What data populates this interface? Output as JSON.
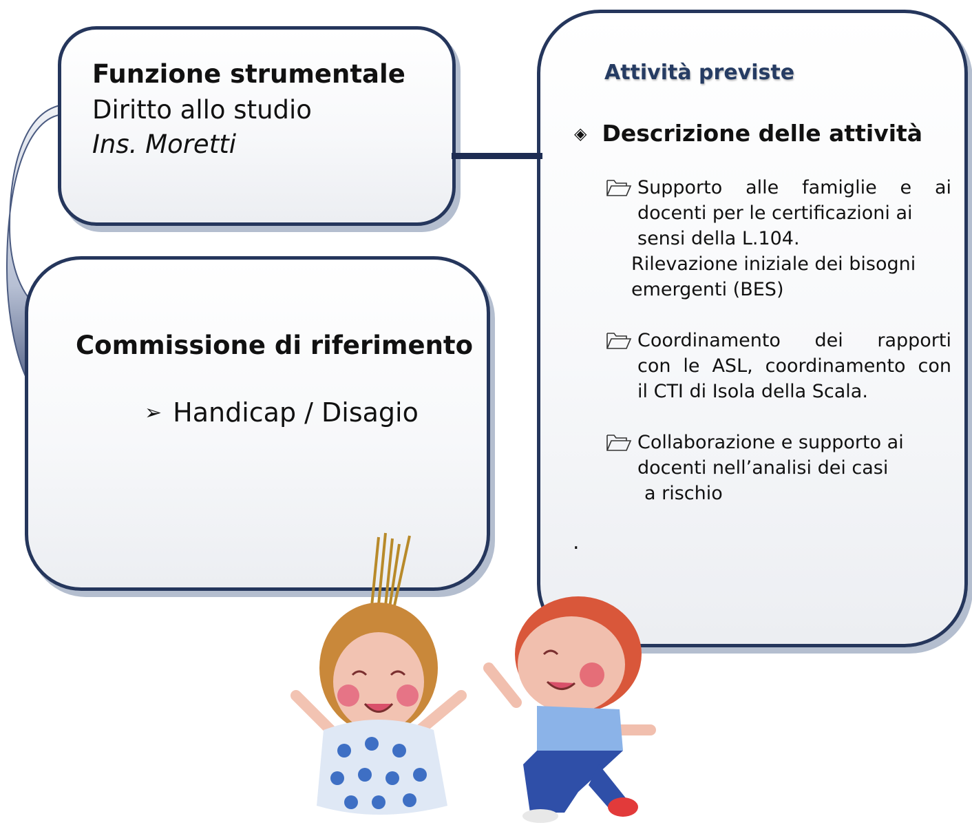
{
  "funzione": {
    "title": "Funzione strumentale",
    "subject": "Diritto allo studio",
    "teacher": "Ins. Moretti"
  },
  "commissione": {
    "title": "Commissione di riferimento",
    "bullet_icon": "right-arrowhead-icon",
    "item": "Handicap / Disagio"
  },
  "attivita": {
    "title": "Attività previste",
    "heading_icon": "diamond-bullet-icon",
    "heading": "Descrizione delle attività",
    "item_icon": "open-folder-icon",
    "items": [
      {
        "line1": "Supporto alle famiglie e ai",
        "line2": "docenti per le certificazioni ai",
        "line3": "sensi della L.104.",
        "extra1": "Rilevazione iniziale dei bisogni",
        "extra2": "emergenti (BES)"
      },
      {
        "line1": "Coordinamento dei rapporti",
        "line2": "con le ASL, coordinamento con",
        "line3": "il CTI di Isola della Scala."
      },
      {
        "line1": "Collaborazione e supporto ai",
        "line2": "docenti nell’analisi dei casi",
        "extra1": "a rischio"
      }
    ],
    "trailing_dot": "."
  },
  "colors": {
    "border": "#25365c",
    "shadow": "#7688a8",
    "title_blue": "#263c63",
    "arrow_dark": "#273a66",
    "arrow_light": "#e9ecf3"
  }
}
